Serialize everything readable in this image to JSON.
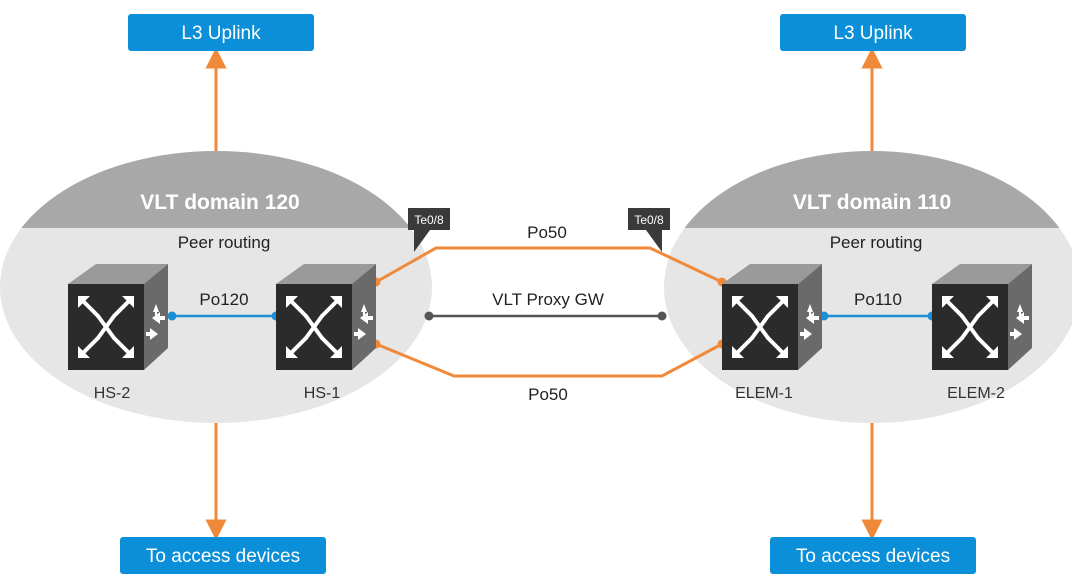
{
  "colors": {
    "accent_blue": "#0a8fd8",
    "link_orange": "#f08a3a",
    "ellipse_fill": "#e6e6e6",
    "ellipse_header": "#a8a8a8",
    "switch_dark": "#2b2b2b",
    "switch_side": "#6a6a6a",
    "switch_top": "#9a9a9a",
    "tag_fill": "#3a3a3a",
    "proxy_line": "#555555",
    "lag_line": "#1b8fd6"
  },
  "boxes": {
    "uplink_left": "L3 Uplink",
    "uplink_right": "L3 Uplink",
    "access_left": "To access devices",
    "access_right": "To access devices"
  },
  "domains": {
    "left": {
      "title": "VLT domain 120",
      "subtitle": "Peer routing",
      "lag": "Po120",
      "icon": "switch-icon"
    },
    "right": {
      "title": "VLT domain 110",
      "subtitle": "Peer routing",
      "lag": "Po110",
      "icon": "switch-icon"
    }
  },
  "switches": {
    "hs2": "HS-2",
    "hs1": "HS-1",
    "elem1": "ELEM-1",
    "elem2": "ELEM-2"
  },
  "links": {
    "top_label": "Po50",
    "bottom_label": "Po50",
    "proxy_label": "VLT Proxy GW",
    "tag_left": "Te0/8",
    "tag_right": "Te0/8"
  }
}
